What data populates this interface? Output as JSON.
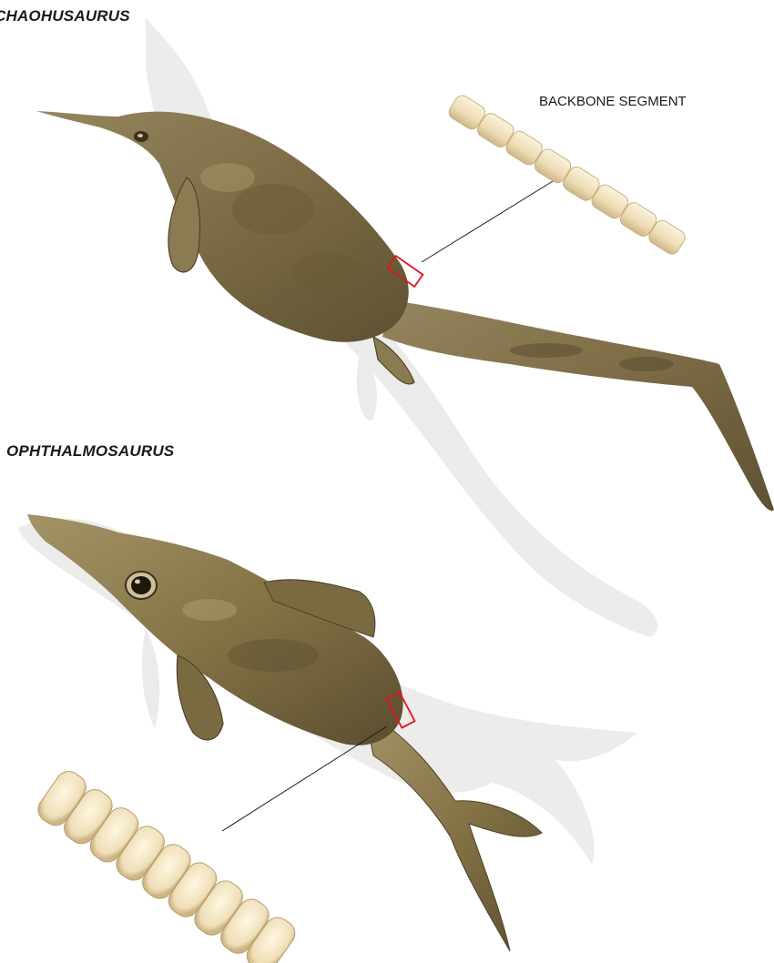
{
  "labels": {
    "species_top": "CHAOHUSAURUS",
    "species_bottom": "OPHTHALMOSAURUS",
    "backbone": "BACKBONE SEGMENT"
  },
  "colors": {
    "body_brown": "#7a6a45",
    "highlight_red": "#e0151b",
    "vertebra_cream": "#efe3c2",
    "ghost": "#d9d9d6"
  }
}
